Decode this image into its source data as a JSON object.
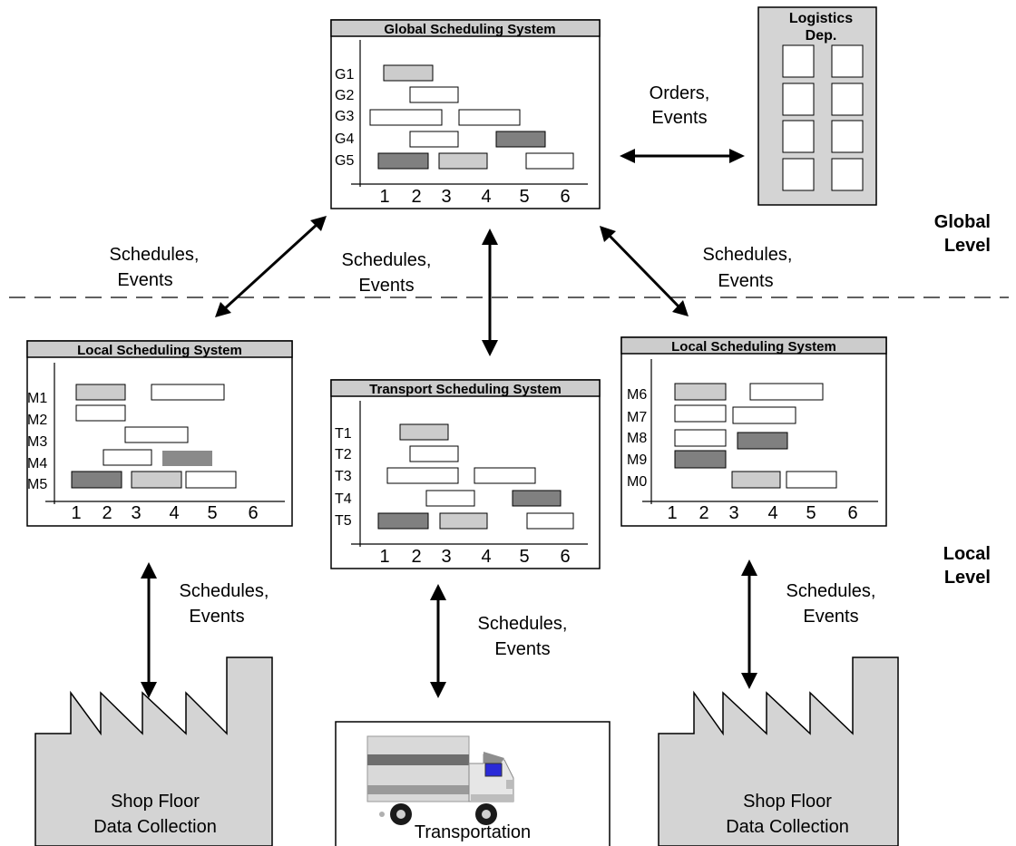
{
  "colors": {
    "light": "#cccccc",
    "dark": "#808080",
    "medium": "#8a8a8a",
    "white": "#ffffff",
    "building": "#d4d4d4"
  },
  "global_system": {
    "title": "Global Scheduling System",
    "rows": [
      "G1",
      "G2",
      "G3",
      "G4",
      "G5"
    ],
    "axis": [
      "1",
      "2",
      "3",
      "4",
      "5",
      "6"
    ]
  },
  "transport_system": {
    "title": "Transport Scheduling System",
    "rows": [
      "T1",
      "T2",
      "T3",
      "T4",
      "T5"
    ],
    "axis": [
      "1",
      "2",
      "3",
      "4",
      "5",
      "6"
    ]
  },
  "local_system_left": {
    "title": "Local Scheduling System",
    "rows": [
      "M1",
      "M2",
      "M3",
      "M4",
      "M5"
    ],
    "axis": [
      "1",
      "2",
      "3",
      "4",
      "5",
      "6"
    ]
  },
  "local_system_right": {
    "title": "Local Scheduling System",
    "rows": [
      "M6",
      "M7",
      "M8",
      "M9",
      "M0"
    ],
    "axis": [
      "1",
      "2",
      "3",
      "4",
      "5",
      "6"
    ]
  },
  "logistics": {
    "line1": "Logistics",
    "line2": "Dep."
  },
  "links": {
    "orders_events": [
      "Orders,",
      "Events"
    ],
    "schedules_events": [
      "Schedules,",
      "Events"
    ]
  },
  "levels": {
    "global": [
      "Global",
      "Level"
    ],
    "local": [
      "Local",
      "Level"
    ]
  },
  "shop_floor": [
    "Shop Floor",
    "Data Collection"
  ],
  "transportation": "Transportation"
}
